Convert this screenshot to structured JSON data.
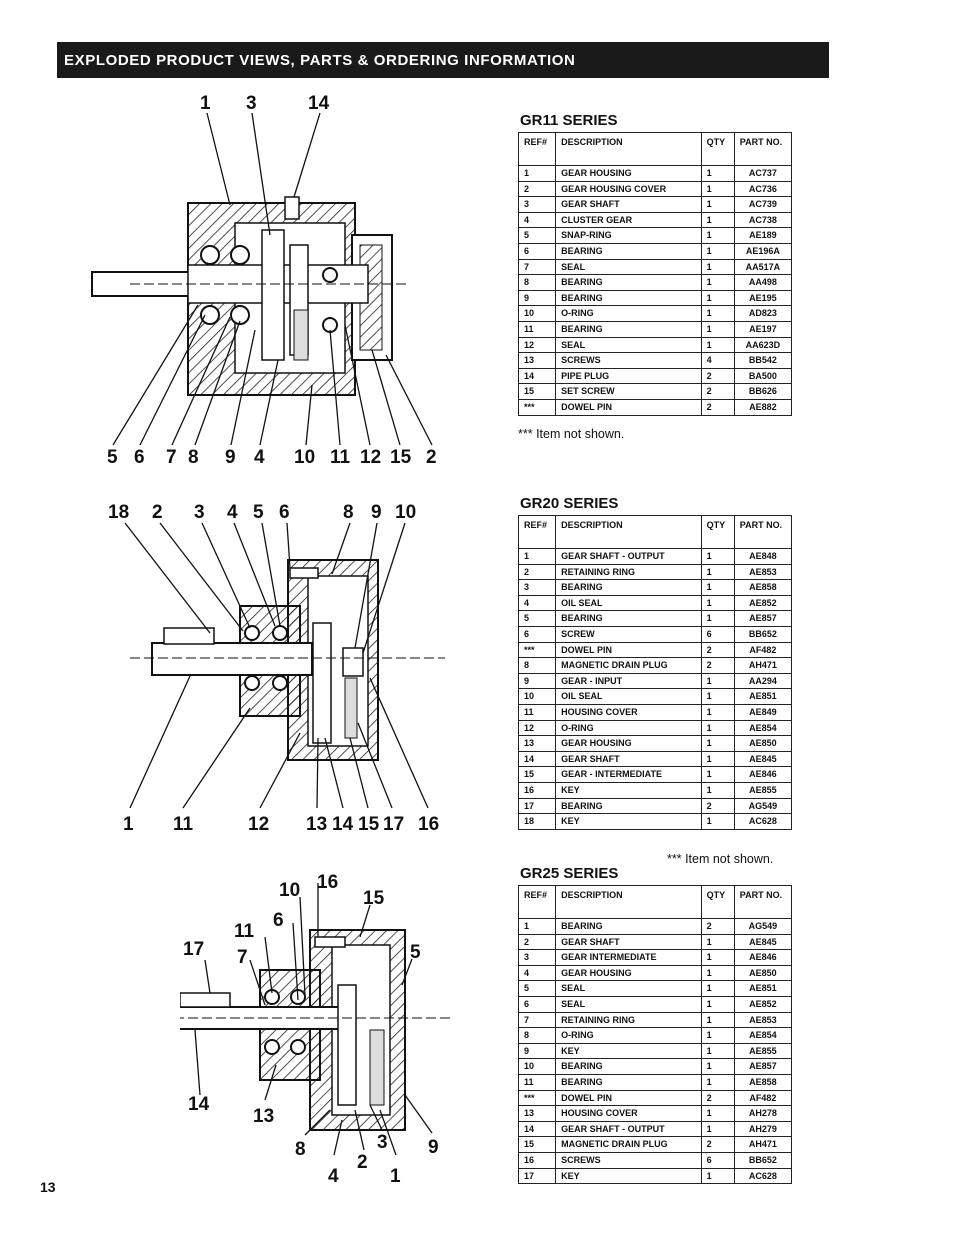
{
  "header": {
    "title": "EXPLODED PRODUCT VIEWS, PARTS & ORDERING INFORMATION"
  },
  "page_number": "13",
  "columns": {
    "ref": "REF#",
    "description": "DESCRIPTION",
    "qty": "QTY",
    "part_no": "PART NO."
  },
  "gr11": {
    "title": "GR11 SERIES",
    "note": "***  Item not shown.",
    "rows": [
      [
        "1",
        "GEAR HOUSING",
        "1",
        "AC737"
      ],
      [
        "2",
        "GEAR HOUSING COVER",
        "1",
        "AC736"
      ],
      [
        "3",
        "GEAR SHAFT",
        "1",
        "AC739"
      ],
      [
        "4",
        "CLUSTER GEAR",
        "1",
        "AC738"
      ],
      [
        "5",
        "SNAP-RING",
        "1",
        "AE189"
      ],
      [
        "6",
        "BEARING",
        "1",
        "AE196A"
      ],
      [
        "7",
        "SEAL",
        "1",
        "AA517A"
      ],
      [
        "8",
        "BEARING",
        "1",
        "AA498"
      ],
      [
        "9",
        "BEARING",
        "1",
        "AE195"
      ],
      [
        "10",
        "O-RING",
        "1",
        "AD823"
      ],
      [
        "11",
        "BEARING",
        "1",
        "AE197"
      ],
      [
        "12",
        "SEAL",
        "1",
        "AA623D"
      ],
      [
        "13",
        "SCREWS",
        "4",
        "BB542"
      ],
      [
        "14",
        "PIPE PLUG",
        "2",
        "BA500"
      ],
      [
        "15",
        "SET SCREW",
        "2",
        "BB626"
      ],
      [
        "***",
        "DOWEL PIN",
        "2",
        "AE882"
      ]
    ],
    "callouts_top": [
      "1",
      "3",
      "14"
    ],
    "callouts_bottom": [
      "5",
      "6",
      "7",
      "8",
      "9",
      "4",
      "10",
      "11",
      "12",
      "15",
      "2"
    ]
  },
  "gr20": {
    "title": "GR20 SERIES",
    "note": "***  Item not shown.",
    "rows": [
      [
        "1",
        "GEAR SHAFT - OUTPUT",
        "1",
        "AE848"
      ],
      [
        "2",
        "RETAINING RING",
        "1",
        "AE853"
      ],
      [
        "3",
        "BEARING",
        "1",
        "AE858"
      ],
      [
        "4",
        "OIL SEAL",
        "1",
        "AE852"
      ],
      [
        "5",
        "BEARING",
        "1",
        "AE857"
      ],
      [
        "6",
        "SCREW",
        "6",
        "BB652"
      ],
      [
        "***",
        "DOWEL PIN",
        "2",
        "AF482"
      ],
      [
        "8",
        "MAGNETIC DRAIN PLUG",
        "2",
        "AH471"
      ],
      [
        "9",
        "GEAR - INPUT",
        "1",
        "AA294"
      ],
      [
        "10",
        "OIL SEAL",
        "1",
        "AE851"
      ],
      [
        "11",
        "HOUSING COVER",
        "1",
        "AE849"
      ],
      [
        "12",
        "O-RING",
        "1",
        "AE854"
      ],
      [
        "13",
        "GEAR HOUSING",
        "1",
        "AE850"
      ],
      [
        "14",
        "GEAR SHAFT",
        "1",
        "AE845"
      ],
      [
        "15",
        "GEAR - INTERMEDIATE",
        "1",
        "AE846"
      ],
      [
        "16",
        "KEY",
        "1",
        "AE855"
      ],
      [
        "17",
        "BEARING",
        "2",
        "AG549"
      ],
      [
        "18",
        "KEY",
        "1",
        "AC628"
      ]
    ],
    "callouts_top": [
      "18",
      "2",
      "3",
      "4",
      "5",
      "6",
      "8",
      "9",
      "10"
    ],
    "callouts_bottom": [
      "1",
      "11",
      "12",
      "13",
      "14",
      "15",
      "17",
      "16"
    ]
  },
  "gr25": {
    "title": "GR25 SERIES",
    "rows": [
      [
        "1",
        "BEARING",
        "2",
        "AG549"
      ],
      [
        "2",
        "GEAR SHAFT",
        "1",
        "AE845"
      ],
      [
        "3",
        "GEAR INTERMEDIATE",
        "1",
        "AE846"
      ],
      [
        "4",
        "GEAR HOUSING",
        "1",
        "AE850"
      ],
      [
        "5",
        "SEAL",
        "1",
        "AE851"
      ],
      [
        "6",
        "SEAL",
        "1",
        "AE852"
      ],
      [
        "7",
        "RETAINING RING",
        "1",
        "AE853"
      ],
      [
        "8",
        "O-RING",
        "1",
        "AE854"
      ],
      [
        "9",
        "KEY",
        "1",
        "AE855"
      ],
      [
        "10",
        "BEARING",
        "1",
        "AE857"
      ],
      [
        "11",
        "BEARING",
        "1",
        "AE858"
      ],
      [
        "***",
        "DOWEL PIN",
        "2",
        "AF482"
      ],
      [
        "13",
        "HOUSING COVER",
        "1",
        "AH278"
      ],
      [
        "14",
        "GEAR SHAFT - OUTPUT",
        "1",
        "AH279"
      ],
      [
        "15",
        "MAGNETIC DRAIN PLUG",
        "2",
        "AH471"
      ],
      [
        "16",
        "SCREWS",
        "6",
        "BB652"
      ],
      [
        "17",
        "KEY",
        "1",
        "AC628"
      ]
    ],
    "callouts": [
      "16",
      "10",
      "15",
      "6",
      "11",
      "5",
      "17",
      "7",
      "14",
      "13",
      "8",
      "3",
      "9",
      "4",
      "2",
      "1"
    ]
  }
}
